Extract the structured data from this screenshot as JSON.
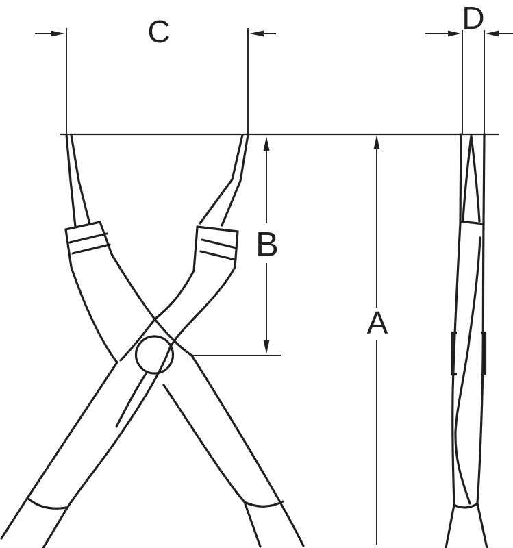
{
  "diagram": {
    "background_color": "#ffffff",
    "line_color": "#231f20",
    "labels": {
      "A": "A",
      "B": "B",
      "C": "C",
      "D": "D"
    }
  }
}
